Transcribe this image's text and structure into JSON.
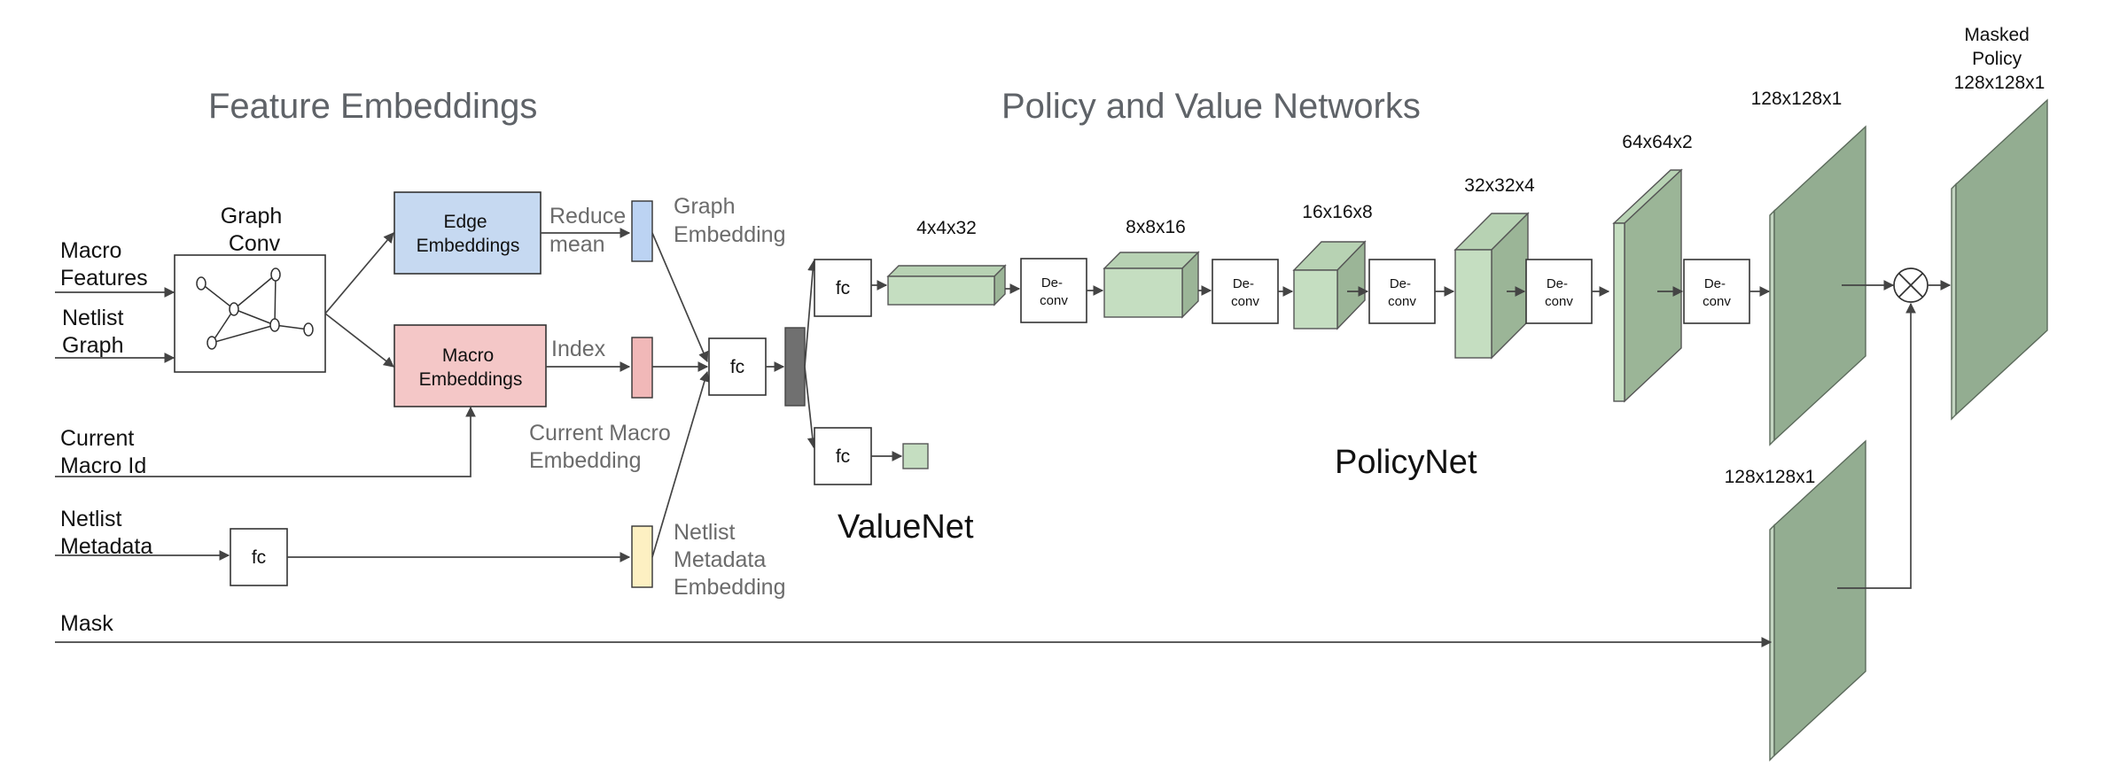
{
  "headings": {
    "feature_embeddings": "Feature Embeddings",
    "policy_value": "Policy and Value Networks"
  },
  "inputs": {
    "macro_features": [
      "Macro",
      "Features"
    ],
    "netlist_graph": [
      "Netlist",
      "Graph"
    ],
    "current_macro_id": [
      "Current",
      "Macro Id"
    ],
    "netlist_metadata": [
      "Netlist",
      "Metadata"
    ],
    "mask": "Mask"
  },
  "graph_conv": [
    "Graph",
    "Conv"
  ],
  "edge_embeddings": [
    "Edge",
    "Embeddings"
  ],
  "macro_embeddings": [
    "Macro",
    "Embeddings"
  ],
  "reduce_mean": [
    "Reduce",
    "mean"
  ],
  "index": "Index",
  "graph_embedding": [
    "Graph",
    "Embedding"
  ],
  "current_macro_embedding": [
    "Current Macro",
    "Embedding"
  ],
  "netlist_metadata_embedding": [
    "Netlist",
    "Metadata",
    "Embedding"
  ],
  "fc": "fc",
  "deconv": [
    "De-",
    "conv"
  ],
  "dims": {
    "d1": "4x4x32",
    "d2": "8x8x16",
    "d3": "16x16x8",
    "d4": "32x32x4",
    "d5": "64x64x2",
    "d6": "128x128x1",
    "mask_dim": "128x128x1",
    "masked_policy": [
      "Masked",
      "Policy",
      "128x128x1"
    ]
  },
  "valuenet": "ValueNet",
  "policynet": "PolicyNet",
  "colors": {
    "edge_fill": "#c6d9f1",
    "macro_fill": "#f4c7c7",
    "graph_embed": "#bcd3f3",
    "macro_embed": "#f1b8b8",
    "meta_embed": "#fdf0c2",
    "concat": "#707070",
    "volume": "#c5dec1",
    "plane": "#93ad91"
  }
}
